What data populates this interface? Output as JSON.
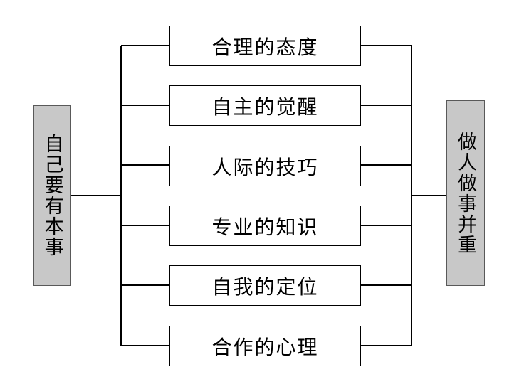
{
  "diagram": {
    "type": "hierarchy-bracket",
    "title": "",
    "left_node": {
      "label": "自己要有本事",
      "fill": "#c8c8c8",
      "stroke": "#595959"
    },
    "right_node": {
      "label": "做人做事并重",
      "fill": "#c8c8c8",
      "stroke": "#595959"
    },
    "center_nodes": [
      {
        "label": "合理的态度"
      },
      {
        "label": "自主的觉醒"
      },
      {
        "label": "人际的技巧"
      },
      {
        "label": "专业的知识"
      },
      {
        "label": "自我的定位"
      },
      {
        "label": "合作的心理"
      }
    ],
    "colors": {
      "line": "#000000",
      "node_fill": "#ffffff",
      "node_border": "#000000",
      "side_fill": "#c8c8c8",
      "text": "#000000",
      "background": "#ffffff"
    }
  }
}
